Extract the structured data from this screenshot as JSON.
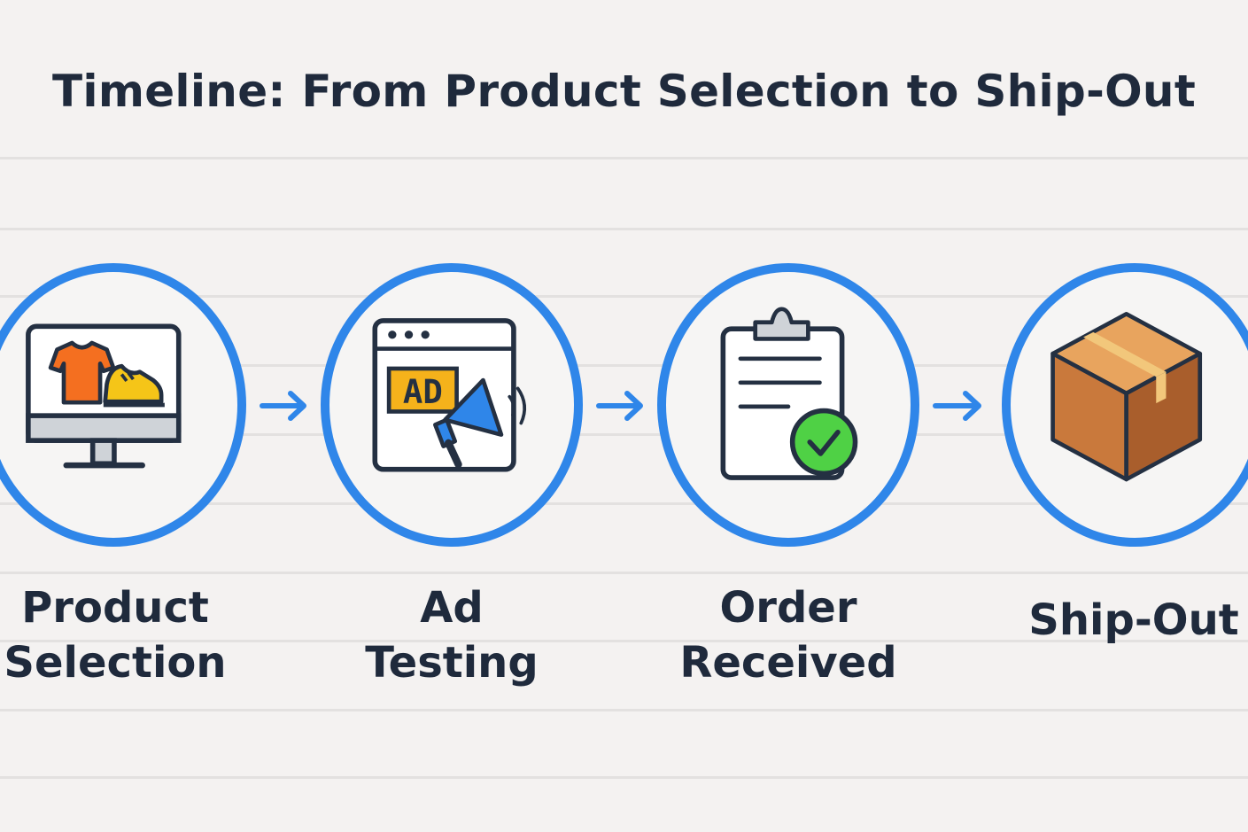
{
  "title": "Timeline: From Product Selection to Ship-Out",
  "colors": {
    "accent": "#2f86e9",
    "text": "#1f2a3c",
    "background": "#f4f2f1"
  },
  "stages": [
    {
      "line1": "Product",
      "line2": "Selection",
      "icon": "monitor-with-products-icon"
    },
    {
      "line1": "Ad",
      "line2": "Testing",
      "icon": "browser-ad-megaphone-icon",
      "badge": "AD"
    },
    {
      "line1": "Order",
      "line2": "Received",
      "icon": "clipboard-check-icon"
    },
    {
      "line1": "Ship-Out",
      "line2": "",
      "icon": "cardboard-box-icon"
    }
  ]
}
